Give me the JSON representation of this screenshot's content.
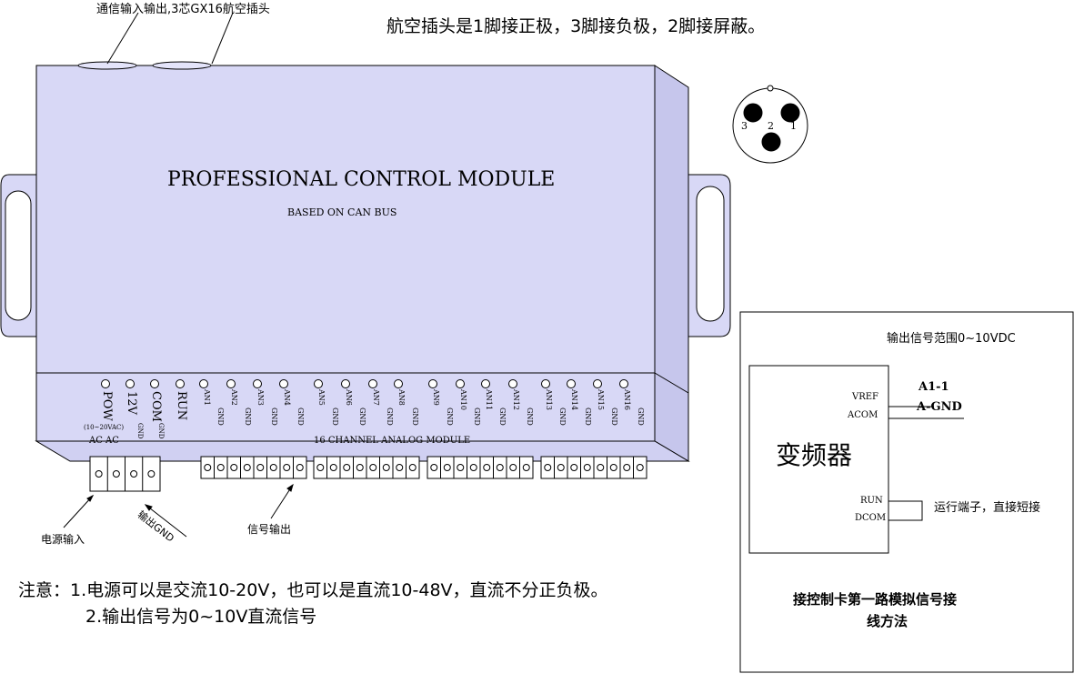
{
  "top": {
    "connector_label": "通信输入输出,3芯GX16航空插头",
    "pin_note": "航空插头是1脚接正极，3脚接负极，2脚接屏蔽。"
  },
  "connector_pins": [
    "3",
    "2",
    "1"
  ],
  "module": {
    "title": "PROFESSIONAL CONTROL MODULE",
    "subtitle": "BASED ON CAN BUS",
    "leds": [
      "POW",
      "12V",
      "COM",
      "RUN"
    ],
    "pow_range": "(10~20VAC)",
    "gnd_label": "GND",
    "analog_channels": [
      "AN1",
      "AN2",
      "AN3",
      "AN4",
      "AN5",
      "AN6",
      "AN7",
      "AN8",
      "AN9",
      "AN10",
      "AN11",
      "AN12",
      "AN13",
      "AN14",
      "AN15",
      "AN16"
    ],
    "power_terminal_labels": "AC  AC",
    "module_label": "16  CHANNEL   ANALOG   MODULE"
  },
  "callouts": {
    "power_input": "电源输入",
    "output_gnd": "输出GND",
    "signal_output": "信号输出"
  },
  "notes": {
    "line1": "注意：1.电源可以是交流10-20V，也可以是直流10-48V，直流不分正负极。",
    "line2": "2.输出信号为0~10V直流信号"
  },
  "inverter_panel": {
    "range_label": "输出信号范围0~10VDC",
    "vref": "VREF",
    "acom": "ACOM",
    "a1": "A1-1",
    "agnd": "A-GND",
    "device_name": "变频器",
    "run": "RUN",
    "dcom": "DCOM",
    "run_note": "运行端子，直接短接",
    "caption_line1": "接控制卡第一路模拟信号接",
    "caption_line2": "线方法"
  },
  "colors": {
    "module_fill": "#d8d8f6",
    "module_side": "#c6c6ec",
    "stroke": "#000000"
  }
}
